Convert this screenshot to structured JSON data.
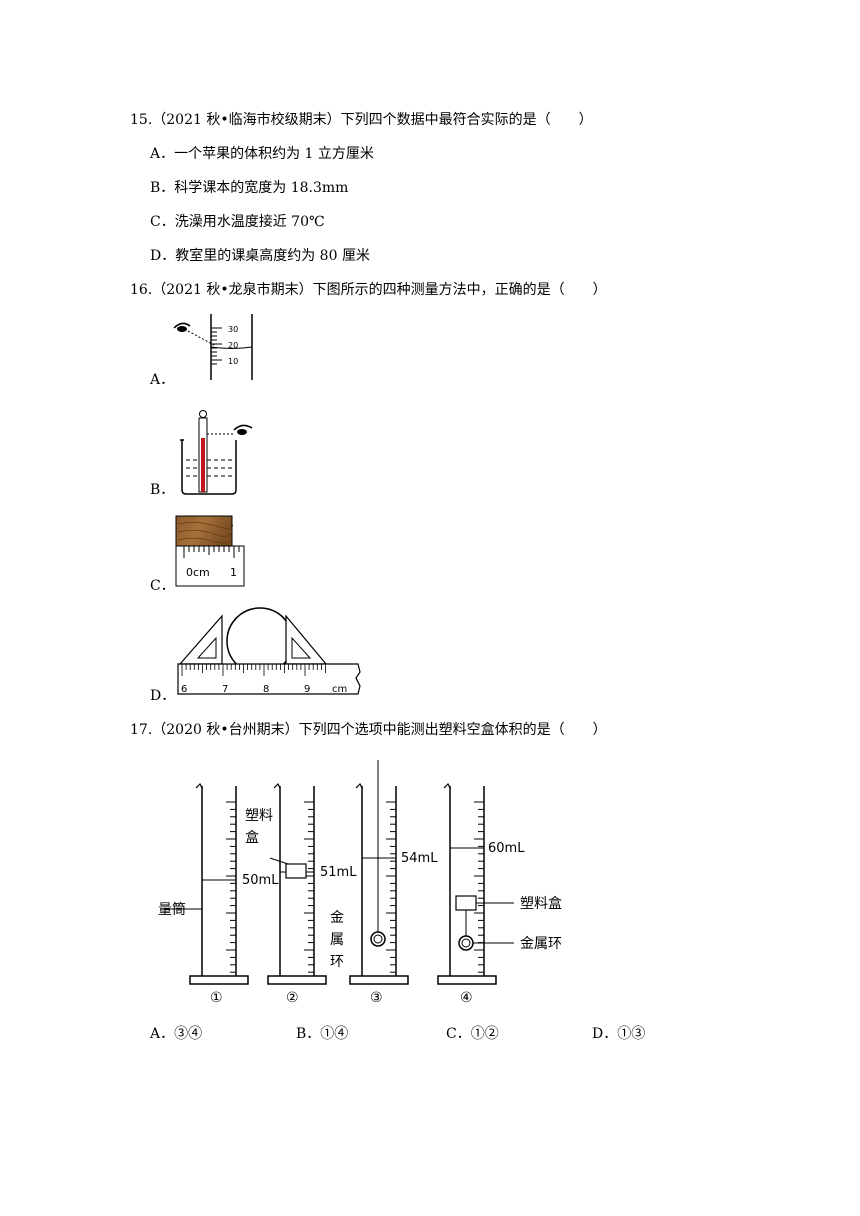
{
  "q15": {
    "stem": "15.（2021 秋•临海市校级期末）下列四个数据中最符合实际的是（　　）",
    "options": [
      "A．一个苹果的体积约为 1 立方厘米",
      "B．科学课本的宽度为 18.3mm",
      "C．洗澡用水温度接近 70℃",
      "D．教室里的课桌高度约为 80 厘米"
    ]
  },
  "q16": {
    "stem": "16.（2021 秋•龙泉市期末）下图所示的四种测量方法中，正确的是（　　）",
    "option_labels": [
      "A．",
      "B．",
      "C．",
      "D．"
    ],
    "figA_ticks": [
      "30",
      "20",
      "10"
    ],
    "figC_ticks": [
      "0cm",
      "1"
    ],
    "figD_ticks": [
      "6",
      "7",
      "8",
      "9",
      "cm"
    ]
  },
  "q17": {
    "stem": "17.（2020 秋•台州期末）下列四个选项中能测出塑料空盒体积的是（　　）",
    "labels": {
      "cylinder": "量筒",
      "v1": "50mL",
      "box_a": "塑料",
      "box_b": "盒",
      "v2": "51mL",
      "v3": "54mL",
      "ring_a": "金",
      "ring_b": "属",
      "ring_c": "环",
      "v4": "60mL",
      "box_full": "塑料盒",
      "ring_full": "金属环"
    },
    "numbers": [
      "①",
      "②",
      "③",
      "④"
    ],
    "options": [
      "A．③④",
      "B．①④",
      "C．①②",
      "D．①③"
    ]
  }
}
